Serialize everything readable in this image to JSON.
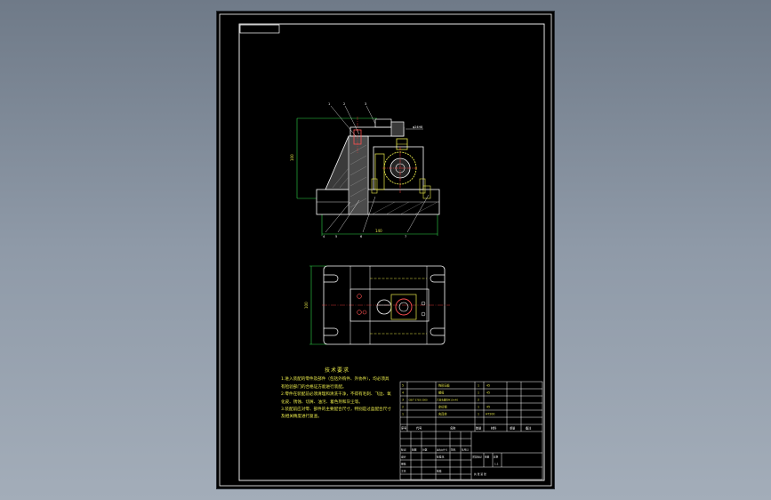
{
  "drawing": {
    "title_box_text": "",
    "tech_req": {
      "title": "技术要求",
      "items": [
        "1.进入装配的零件及部件（包括外购件、外协件），均必须具有检验部门的合格证方能进行装配。",
        "2.零件在装配前必须清理和清洗干净，不得有毛刺、飞边、氧化皮、锈蚀、切屑、油污、着色剂和灰尘等。",
        "3.装配前应对零、部件的主要配合尺寸，特别是过盈配合尺寸及相关精度进行复查。"
      ]
    },
    "front_view": {
      "balloons": [
        "1",
        "2",
        "3",
        "4",
        "5",
        "6",
        "7"
      ],
      "dim_height": "100",
      "dim_width": "140",
      "note": "φ24H8"
    },
    "top_view": {
      "dim_height": "100"
    },
    "title_block": {
      "bom_rows": [
        [
          "5",
          "",
          "钩形压板",
          "1",
          "45",
          ""
        ],
        [
          "4",
          "",
          "螺母",
          "1",
          "45",
          ""
        ],
        [
          "3",
          "GB/T 5783-2000",
          "六角头螺栓M10×40",
          "2",
          "",
          ""
        ],
        [
          "2",
          "",
          "定位销",
          "1",
          "45",
          ""
        ],
        [
          "1",
          "",
          "夹具体",
          "1",
          "HT200",
          ""
        ]
      ],
      "headers": [
        "序号",
        "代号",
        "名称",
        "数量",
        "材料",
        "重量",
        "备注"
      ],
      "labels": [
        "标记",
        "处数",
        "分区",
        "更改文件号",
        "签名",
        "年月日",
        "设计",
        "标准化",
        "阶段标记",
        "重量",
        "比例",
        "审核",
        "工艺",
        "批准",
        "共 张 第 张"
      ],
      "scale": "1:1"
    }
  }
}
